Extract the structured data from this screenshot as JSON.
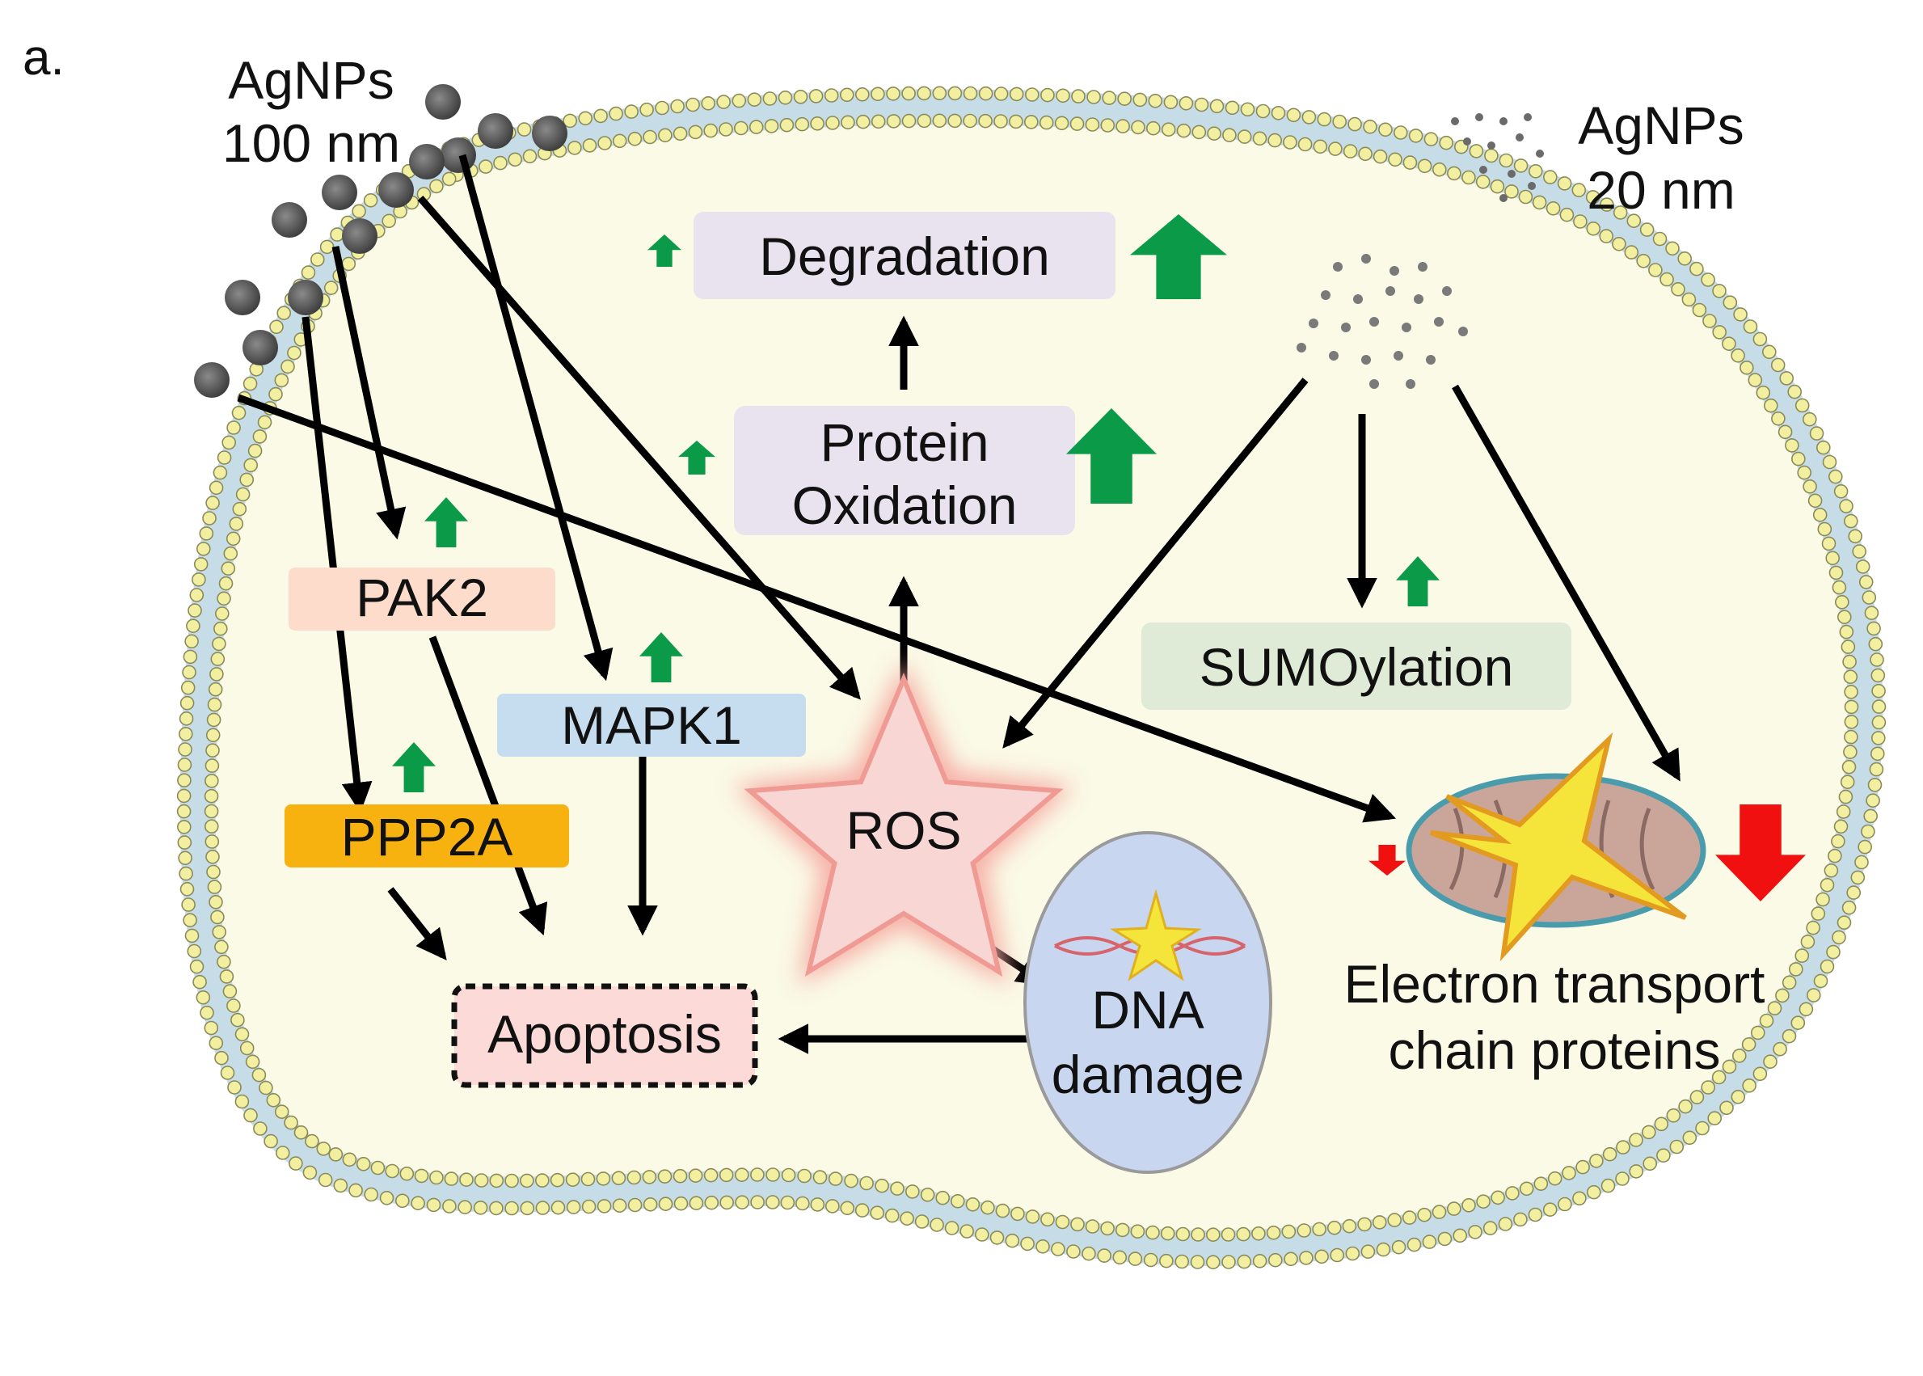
{
  "panel_label": "a.",
  "particles": {
    "large": {
      "line1": "AgNPs",
      "line2": "100 nm"
    },
    "small": {
      "line1": "AgNPs",
      "line2": "20 nm"
    }
  },
  "nodes": {
    "degradation": "Degradation",
    "protein_oxidation_line1": "Protein",
    "protein_oxidation_line2": "Oxidation",
    "pak2": "PAK2",
    "mapk1": "MAPK1",
    "ppp2a": "PPP2A",
    "ros": "ROS",
    "sumoylation": "SUMOylation",
    "apoptosis": "Apoptosis",
    "dna_line1": "DNA",
    "dna_line2": "damage",
    "etc_line1": "Electron transport",
    "etc_line2": "chain proteins"
  },
  "indicators": {
    "up_icon": "up-arrow-icon",
    "down_icon": "down-arrow-icon",
    "up_color": "#0a9a48",
    "down_color": "#f01010"
  },
  "colors": {
    "cell_fill": "#fafae6",
    "membrane_bead": "#f2efa0",
    "degradation_box": "#e9e2ef",
    "protein_box": "#e9e2ef",
    "pak2_box": "#fddccb",
    "mapk1_box": "#c6dcef",
    "ppp2a_box": "#f7b20f",
    "sumo_box": "#dfebd6",
    "apoptosis_box": "#fbdad8",
    "ros_star": "#f7d6d3",
    "dna_nucleus": "#c9d6ef",
    "mito": "#caa69a",
    "burst": "#f5e43a"
  }
}
